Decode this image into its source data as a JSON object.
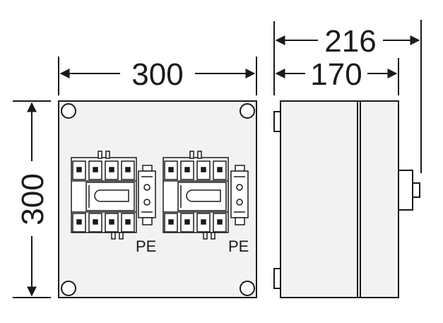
{
  "dimensions": {
    "front_width": "300",
    "front_height": "300",
    "side_depth_total": "216",
    "side_depth_body": "170"
  },
  "labels": {
    "pe_left": "PE",
    "pe_right": "PE"
  },
  "colors": {
    "line": "#1a1a1a",
    "panel_fill": "#f2f2f2",
    "background": "#ffffff"
  }
}
